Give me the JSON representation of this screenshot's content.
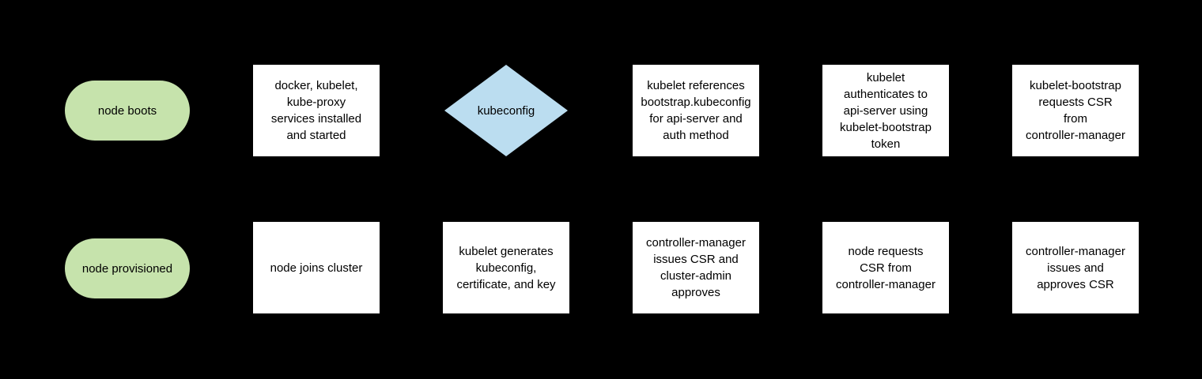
{
  "colors": {
    "canvas-bg": "#000000",
    "terminal-fill": "#c6e3ac",
    "decision-fill": "#bbddf0",
    "process-fill": "#ffffff",
    "text-color": "#000000"
  },
  "diagram": {
    "type": "flowchart",
    "topic": "kubelet TLS bootstrapping / node provisioning flow",
    "rows": 2,
    "columns": 6,
    "nodes": [
      {
        "id": "node-boots",
        "shape": "terminal",
        "row": 1,
        "col": 0,
        "label": "node boots"
      },
      {
        "id": "services-installed",
        "shape": "process",
        "row": 1,
        "col": 1,
        "label": "docker, kubelet,\nkube-proxy\nservices installed\nand started"
      },
      {
        "id": "kubeconfig-decision",
        "shape": "decision",
        "row": 1,
        "col": 2,
        "label": "kubeconfig"
      },
      {
        "id": "kubelet-references-bootstrap",
        "shape": "process",
        "row": 1,
        "col": 3,
        "label": "kubelet references\nbootstrap.kubeconfig\nfor api-server and\nauth method"
      },
      {
        "id": "kubelet-authenticates",
        "shape": "process",
        "row": 1,
        "col": 4,
        "label": "kubelet\nauthenticates to\napi-server using\nkubelet-bootstrap\ntoken"
      },
      {
        "id": "kubelet-bootstrap-requests-csr",
        "shape": "process",
        "row": 1,
        "col": 5,
        "label": "kubelet-bootstrap\nrequests CSR\nfrom\ncontroller-manager"
      },
      {
        "id": "node-provisioned",
        "shape": "terminal",
        "row": 2,
        "col": 0,
        "label": "node provisioned"
      },
      {
        "id": "node-joins-cluster",
        "shape": "process",
        "row": 2,
        "col": 1,
        "label": "node joins cluster"
      },
      {
        "id": "kubelet-generates-kubeconfig",
        "shape": "process",
        "row": 2,
        "col": 2,
        "label": "kubelet generates\nkubeconfig,\ncertificate, and key"
      },
      {
        "id": "cm-issues-csr-admin-approves",
        "shape": "process",
        "row": 2,
        "col": 3,
        "label": "controller-manager\nissues CSR and\ncluster-admin\napproves"
      },
      {
        "id": "node-requests-csr",
        "shape": "process",
        "row": 2,
        "col": 4,
        "label": "node requests\nCSR from\ncontroller-manager"
      },
      {
        "id": "cm-issues-and-approves-csr",
        "shape": "process",
        "row": 2,
        "col": 5,
        "label": "controller-manager\nissues and\napproves CSR"
      }
    ]
  }
}
